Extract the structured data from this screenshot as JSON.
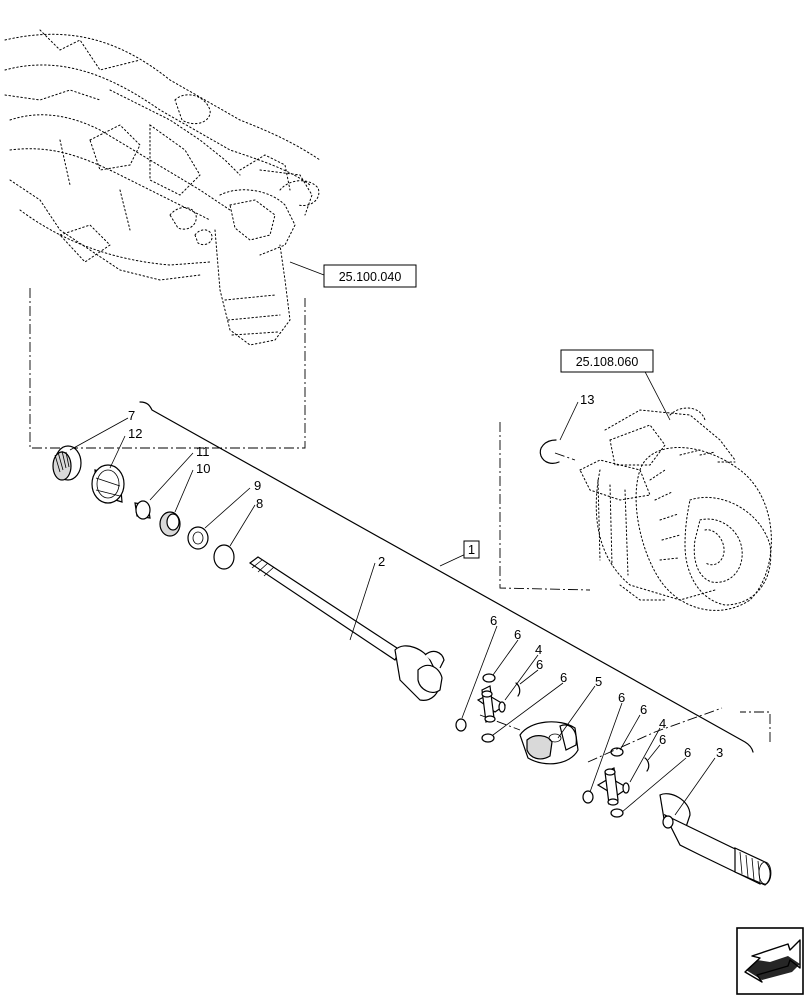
{
  "references": {
    "axle_ref": "25.100.040",
    "hub_ref": "25.108.060"
  },
  "kit_label": "1",
  "callouts": {
    "p2": "2",
    "p3": "3",
    "p4a": "4",
    "p4b": "4",
    "p5": "5",
    "p6a": "6",
    "p6b": "6",
    "p6c": "6",
    "p6d": "6",
    "p6e": "6",
    "p6f": "6",
    "p6g": "6",
    "p6h": "6",
    "p7": "7",
    "p8": "8",
    "p9": "9",
    "p10": "10",
    "p11": "11",
    "p12": "12",
    "p13": "13"
  },
  "nav_icon": "arrow-icon"
}
